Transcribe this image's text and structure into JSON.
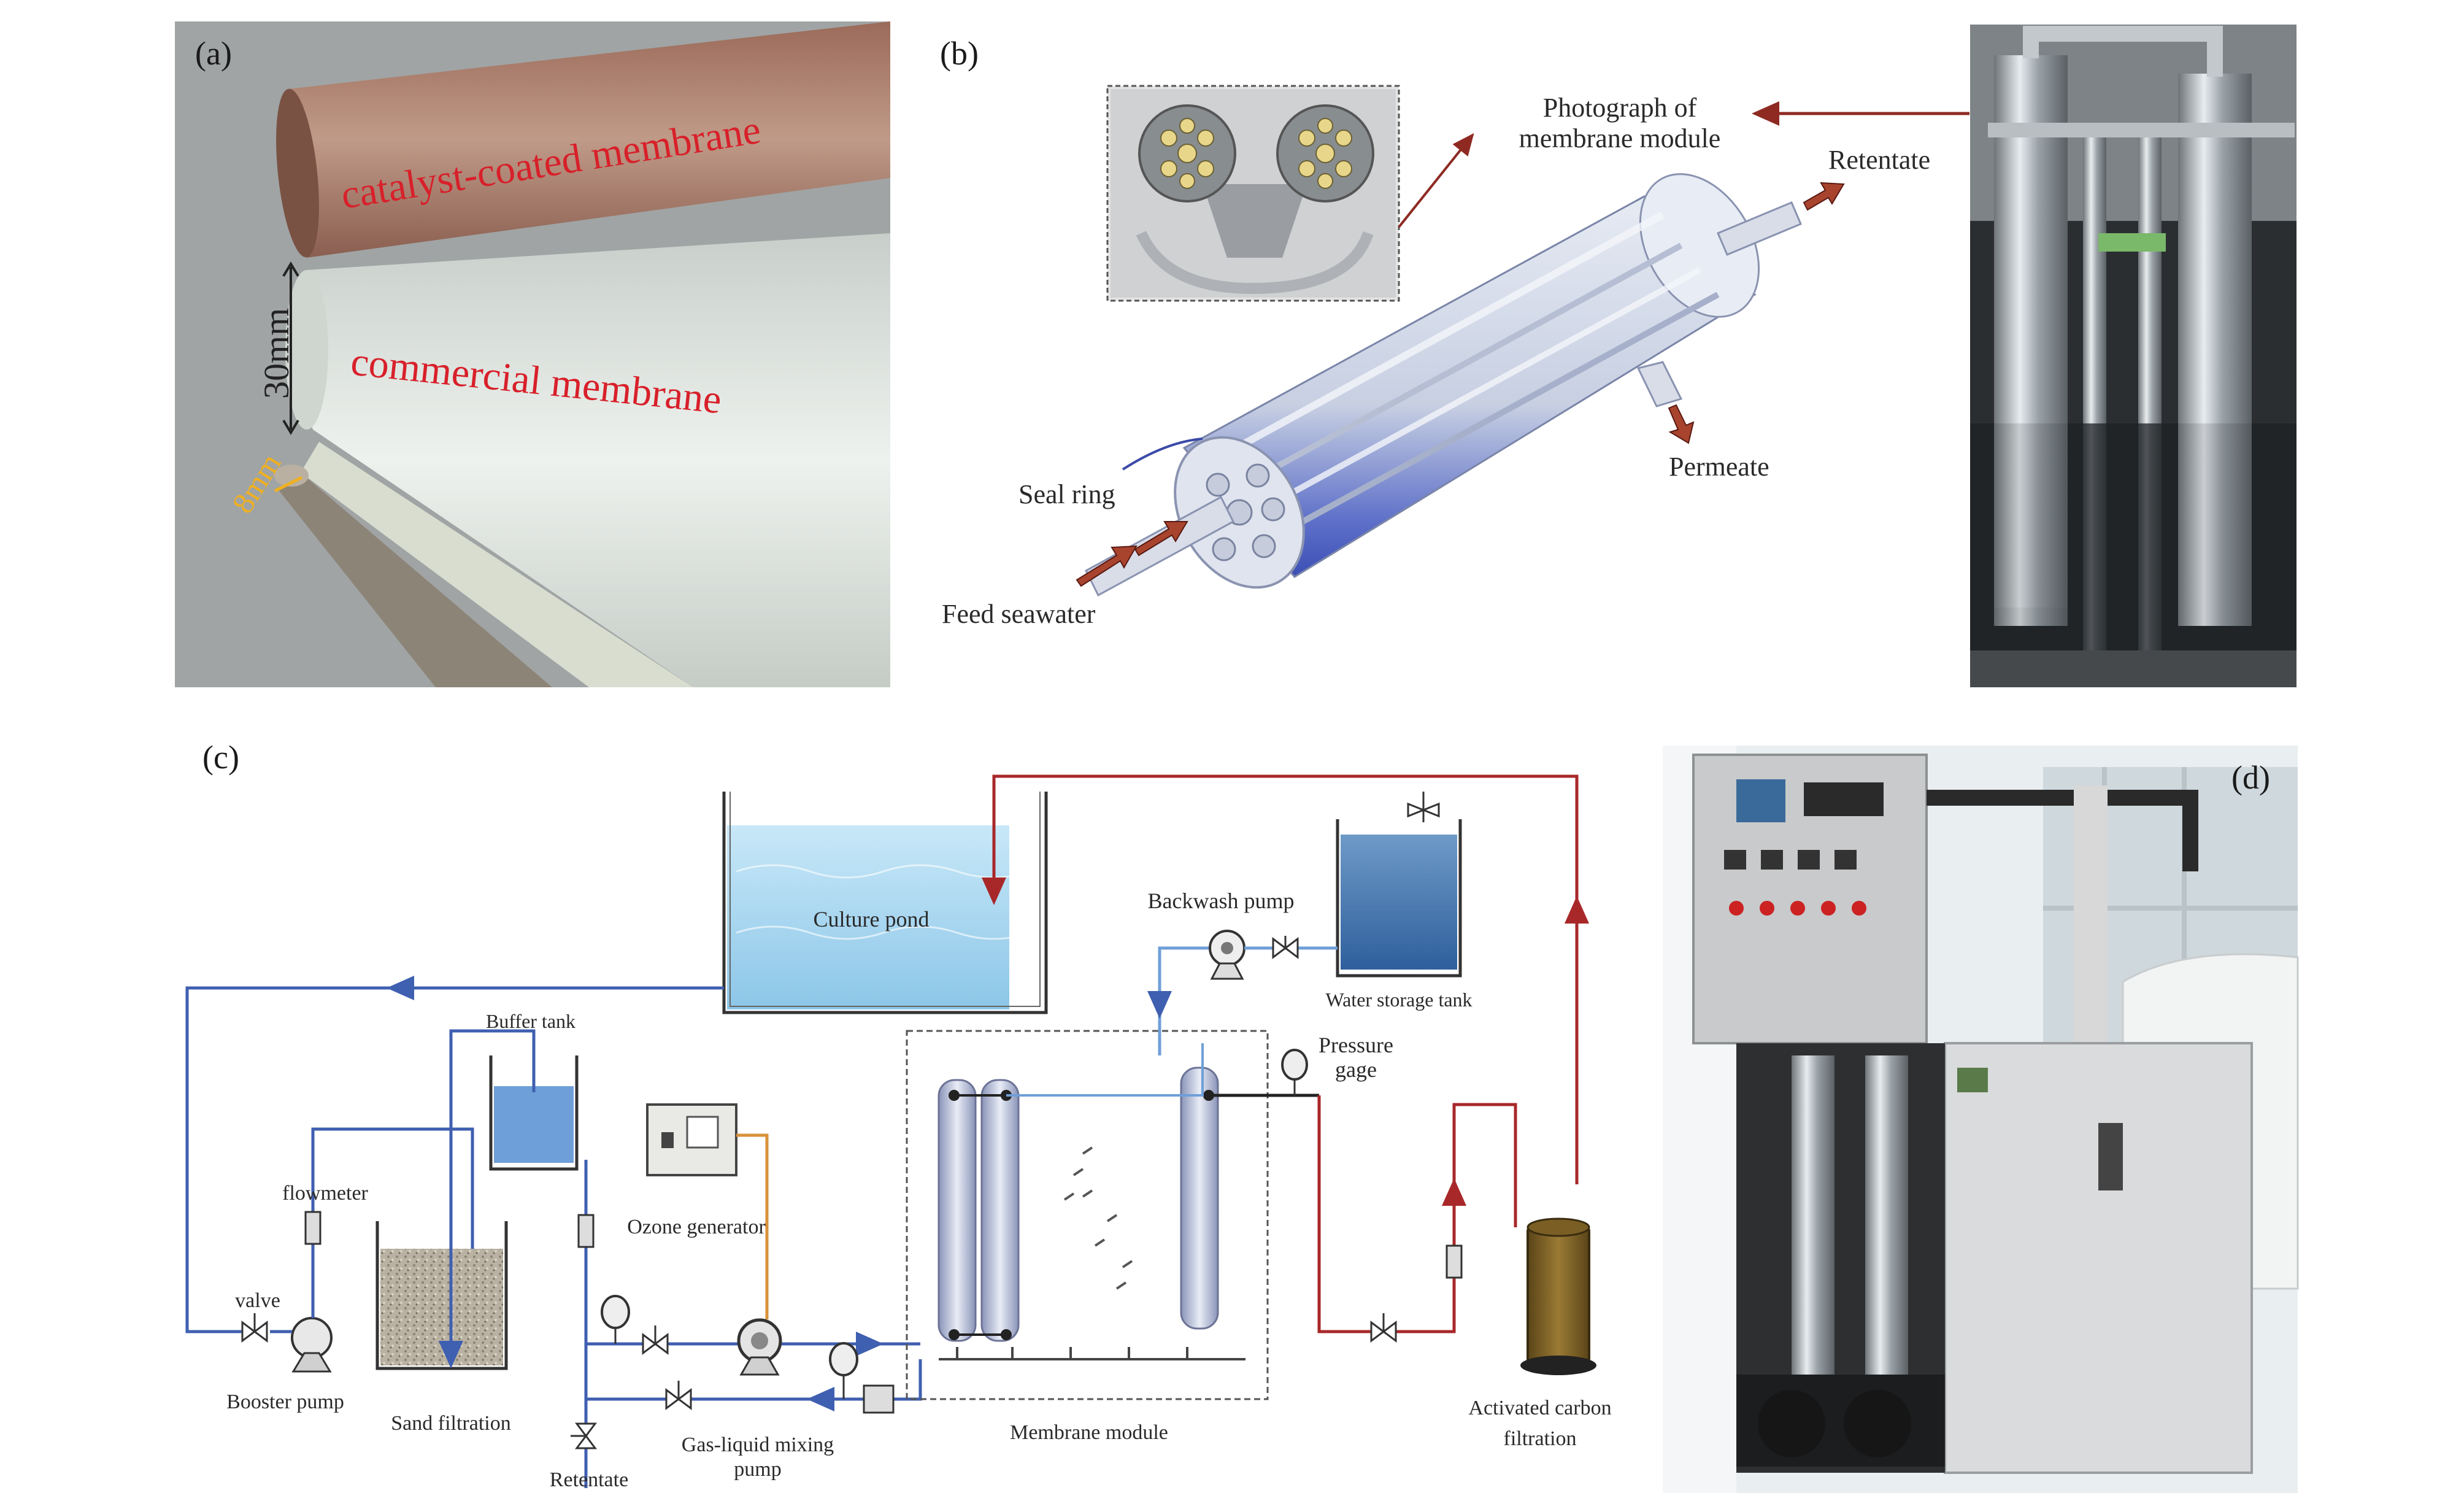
{
  "panels": {
    "a": {
      "tag": "(a)",
      "labels": {
        "catalyst": "catalyst-coated membrane",
        "commercial": "commercial membrane",
        "dim_30": "30mm",
        "dim_8": "8mm"
      }
    },
    "b": {
      "tag": "(b)",
      "labels": {
        "photo": [
          "Photograph of",
          "membrane module"
        ],
        "retentate": "Retentate",
        "permeate": "Permeate",
        "seal_ring": "Seal ring",
        "feed": "Feed seawater"
      }
    },
    "c": {
      "tag": "(c)",
      "labels": {
        "culture_pond": "Culture pond",
        "backwash_pump": "Backwash pump",
        "water_storage_tank": "Water storage tank",
        "buffer_tank": "Buffer tank",
        "flowmeter": "flowmeter",
        "valve": "valve",
        "booster_pump": "Booster pump",
        "sand_filtration": "Sand filtration",
        "ozone_generator": "Ozone generator",
        "pressure_gage": [
          "Pressure",
          "gage"
        ],
        "retentate": "Retentate",
        "gas_liquid_pump": [
          "Gas-liquid mixing",
          "pump"
        ],
        "membrane_module": "Membrane module",
        "activated_carbon": [
          "Activated carbon",
          "filtration"
        ]
      }
    },
    "d": {
      "tag": "(d)"
    }
  },
  "colors": {
    "blue_pipe": "#3f5fb0",
    "light_blue_pipe": "#6f9fd8",
    "red_pipe": "#a8282a",
    "orange_pipe": "#d8913a",
    "label_red": "#d8202a",
    "label_yellow": "#f0b020",
    "arrow_red": "#8e2a22",
    "water": "#a9d8f0"
  }
}
